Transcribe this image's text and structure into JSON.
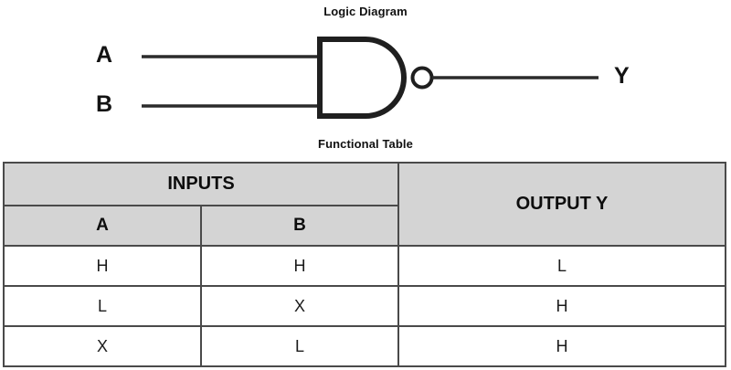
{
  "diagram": {
    "title": "Logic Diagram",
    "gate_type": "NAND",
    "inputs": [
      {
        "label": "A"
      },
      {
        "label": "B"
      }
    ],
    "output": {
      "label": "Y"
    }
  },
  "table_caption": "Functional Table",
  "functional_table": {
    "group_header": "INPUTS",
    "output_header": "OUTPUT Y",
    "input_columns": [
      "A",
      "B"
    ],
    "rows": [
      {
        "a": "H",
        "b": "H",
        "y": "L"
      },
      {
        "a": "L",
        "b": "X",
        "y": "H"
      },
      {
        "a": "X",
        "b": "L",
        "y": "H"
      }
    ]
  },
  "colors": {
    "header_background": "#d4d4d4",
    "cell_background": "#ffffff",
    "border": "#4a4a4a",
    "ink": "#131313"
  }
}
